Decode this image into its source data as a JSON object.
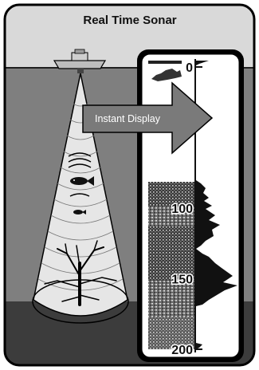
{
  "title": "Real Time Sonar",
  "callout": "Instant Display",
  "depth_scale": [
    {
      "depth": 0,
      "label": "0"
    },
    {
      "depth": 100,
      "label": "100"
    },
    {
      "depth": 150,
      "label": "150"
    },
    {
      "depth": 200,
      "label": "200"
    }
  ],
  "colors": {
    "sky": "#d9d9d9",
    "water": "#7f7f7f",
    "bottom": "#3c3c3c",
    "frame": "#000000",
    "display_bg": "#ffffff",
    "arrow": "#7a7a7a",
    "cone": "#e6e6e6"
  },
  "icons": [
    "boat-icon",
    "fish-icon",
    "tree-icon",
    "arrow-icon"
  ]
}
